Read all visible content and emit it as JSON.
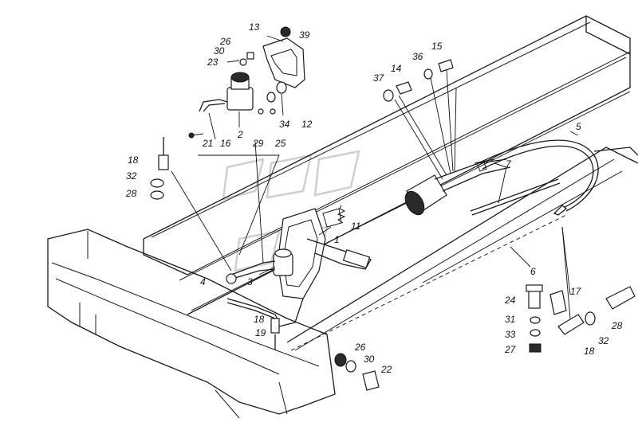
{
  "callouts": [
    {
      "id": "c1",
      "text": "1"
    },
    {
      "id": "c2",
      "text": "2"
    },
    {
      "id": "c3",
      "text": "3"
    },
    {
      "id": "c4",
      "text": "4"
    },
    {
      "id": "c5",
      "text": "5"
    },
    {
      "id": "c6",
      "text": "6"
    },
    {
      "id": "c7",
      "text": "7"
    },
    {
      "id": "c11",
      "text": "11"
    },
    {
      "id": "c12",
      "text": "12"
    },
    {
      "id": "c13",
      "text": "13"
    },
    {
      "id": "c14",
      "text": "14"
    },
    {
      "id": "c15",
      "text": "15"
    },
    {
      "id": "c16",
      "text": "16"
    },
    {
      "id": "c17",
      "text": "17"
    },
    {
      "id": "c18a",
      "text": "18"
    },
    {
      "id": "c18b",
      "text": "18"
    },
    {
      "id": "c18c",
      "text": "18"
    },
    {
      "id": "c19",
      "text": "19"
    },
    {
      "id": "c21",
      "text": "21"
    },
    {
      "id": "c22",
      "text": "22"
    },
    {
      "id": "c23",
      "text": "23"
    },
    {
      "id": "c24",
      "text": "24"
    },
    {
      "id": "c25",
      "text": "25"
    },
    {
      "id": "c26a",
      "text": "26"
    },
    {
      "id": "c26b",
      "text": "26"
    },
    {
      "id": "c27",
      "text": "27"
    },
    {
      "id": "c28a",
      "text": "28"
    },
    {
      "id": "c28b",
      "text": "28"
    },
    {
      "id": "c29",
      "text": "29"
    },
    {
      "id": "c30a",
      "text": "30"
    },
    {
      "id": "c30b",
      "text": "30"
    },
    {
      "id": "c31",
      "text": "31"
    },
    {
      "id": "c32a",
      "text": "32"
    },
    {
      "id": "c32b",
      "text": "32"
    },
    {
      "id": "c33",
      "text": "33"
    },
    {
      "id": "c34",
      "text": "34"
    },
    {
      "id": "c36",
      "text": "36"
    },
    {
      "id": "c37",
      "text": "37"
    },
    {
      "id": "c39",
      "text": "39"
    }
  ]
}
